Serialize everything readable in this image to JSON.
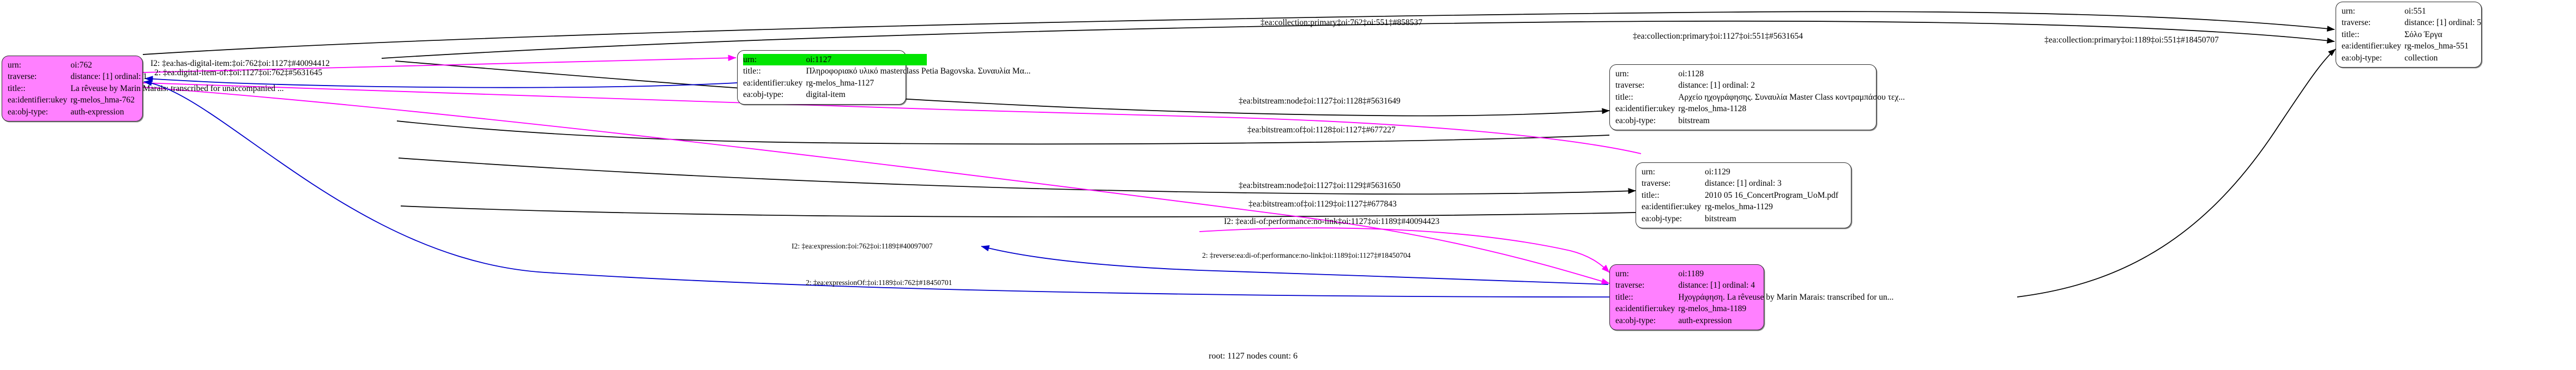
{
  "diagram": {
    "footer": "root: 1127 nodes count: 6",
    "colors": {
      "node_fill_default": "#ffffff",
      "node_fill_highlight_row": "#00e500",
      "node_fill_magenta": "#ff80ff",
      "edge_black": "#000000",
      "edge_magenta": "#ff00ff",
      "edge_blue": "#0000cc",
      "node_border": "#2b2b2b"
    },
    "field_labels": {
      "urn": "urn:",
      "traverse": "traverse:",
      "title": "title::",
      "ukey": "ea:identifier:ukey",
      "objtype": "ea:obj-type:"
    },
    "nodes": [
      {
        "id": "oi762",
        "style": "magenta",
        "highlight_row": -1,
        "rows": [
          {
            "key": "urn:",
            "value": "oi:762"
          },
          {
            "key": "traverse:",
            "value": "distance: [1]     ordinal: 1"
          },
          {
            "key": "title::",
            "value": "La rêveuse by Marin Marais: transcribed for unaccompanied ..."
          },
          {
            "key": "ea:identifier:ukey",
            "value": "rg-melos_hma-762"
          },
          {
            "key": "ea:obj-type:",
            "value": "auth-expression"
          }
        ]
      },
      {
        "id": "oi1127",
        "style": "plain",
        "highlight_row": 0,
        "rows": [
          {
            "key": "urn:",
            "value": "oi:1127"
          },
          {
            "key": "title::",
            "value": "Πληροφοριακό υλικό masterclass Petia Bagovska. Συναυλία Μα..."
          },
          {
            "key": "ea:identifier:ukey",
            "value": "rg-melos_hma-1127"
          },
          {
            "key": "ea:obj-type:",
            "value": "digital-item"
          }
        ]
      },
      {
        "id": "oi1128",
        "style": "plain",
        "highlight_row": -1,
        "rows": [
          {
            "key": "urn:",
            "value": "oi:1128"
          },
          {
            "key": "traverse:",
            "value": "distance: [1]     ordinal: 2"
          },
          {
            "key": "title::",
            "value": "Αρχείο ηχογράφησης. Συναυλία Master Class κοντραμπάσου τεχ..."
          },
          {
            "key": "ea:identifier:ukey",
            "value": "rg-melos_hma-1128"
          },
          {
            "key": "ea:obj-type:",
            "value": "bitstream"
          }
        ]
      },
      {
        "id": "oi1129",
        "style": "plain",
        "highlight_row": -1,
        "rows": [
          {
            "key": "urn:",
            "value": "oi:1129"
          },
          {
            "key": "traverse:",
            "value": "distance: [1]     ordinal: 3"
          },
          {
            "key": "title::",
            "value": "2010 05 16_ConcertProgram_UoM.pdf"
          },
          {
            "key": "ea:identifier:ukey",
            "value": "rg-melos_hma-1129"
          },
          {
            "key": "ea:obj-type:",
            "value": "bitstream"
          }
        ]
      },
      {
        "id": "oi1189",
        "style": "magenta",
        "highlight_row": -1,
        "rows": [
          {
            "key": "urn:",
            "value": "oi:1189"
          },
          {
            "key": "traverse:",
            "value": "distance: [1]     ordinal: 4"
          },
          {
            "key": "title::",
            "value": "Ηχογράφηση. La rêveuse by Marin Marais: transcribed for un..."
          },
          {
            "key": "ea:identifier:ukey",
            "value": "rg-melos_hma-1189"
          },
          {
            "key": "ea:obj-type:",
            "value": "auth-expression"
          }
        ]
      },
      {
        "id": "oi551",
        "style": "plain",
        "highlight_row": -1,
        "rows": [
          {
            "key": "urn:",
            "value": "oi:551"
          },
          {
            "key": "traverse:",
            "value": "distance: [1]     ordinal: 5"
          },
          {
            "key": "title::",
            "value": "Σόλο Έργα"
          },
          {
            "key": "ea:identifier:ukey",
            "value": "rg-melos_hma-551"
          },
          {
            "key": "ea:obj-type:",
            "value": "collection"
          }
        ]
      }
    ],
    "edge_labels": [
      {
        "id": "e1",
        "text": "‡ea:collection:primary‡oi:762‡oi:551‡#858537"
      },
      {
        "id": "e2",
        "text": "‡ea:collection:primary‡oi:1127‡oi:551‡#5631654"
      },
      {
        "id": "e3",
        "text": "‡ea:bitstream:node‡oi:1127‡oi:1128‡#5631649"
      },
      {
        "id": "e4",
        "text": "‡ea:bitstream:of‡oi:1128‡oi:1127‡#677227"
      },
      {
        "id": "e5",
        "text": "‡ea:collection:primary‡oi:1189‡oi:551‡#18450707"
      },
      {
        "id": "e6",
        "text": "I2: ‡ea:has-digital-item:‡oi:762‡oi:1127‡#40094412"
      },
      {
        "id": "e7",
        "text": "2: ‡ea:digital-item-of:‡oi:1127‡oi:762‡#5631645"
      },
      {
        "id": "e8",
        "text": "‡ea:bitstream:node‡oi:1127‡oi:1129‡#5631650"
      },
      {
        "id": "e9",
        "text": "‡ea:bitstream:of‡oi:1129‡oi:1127‡#677843"
      },
      {
        "id": "e10",
        "text": "I2: ‡ea:di-of:performance:no-link‡oi:1127‡oi:1189‡#40094423"
      },
      {
        "id": "e11",
        "text": "I2: ‡ea:expression:‡oi:762‡oi:1189‡#40097007"
      },
      {
        "id": "e12",
        "text": "2: ‡reverse:ea:di-of:performance:no-link‡oi:1189‡oi:1127‡#18450704"
      },
      {
        "id": "e13",
        "text": "2: ‡ea:expressionOf:‡oi:1189‡oi:762‡#18450701"
      }
    ]
  }
}
